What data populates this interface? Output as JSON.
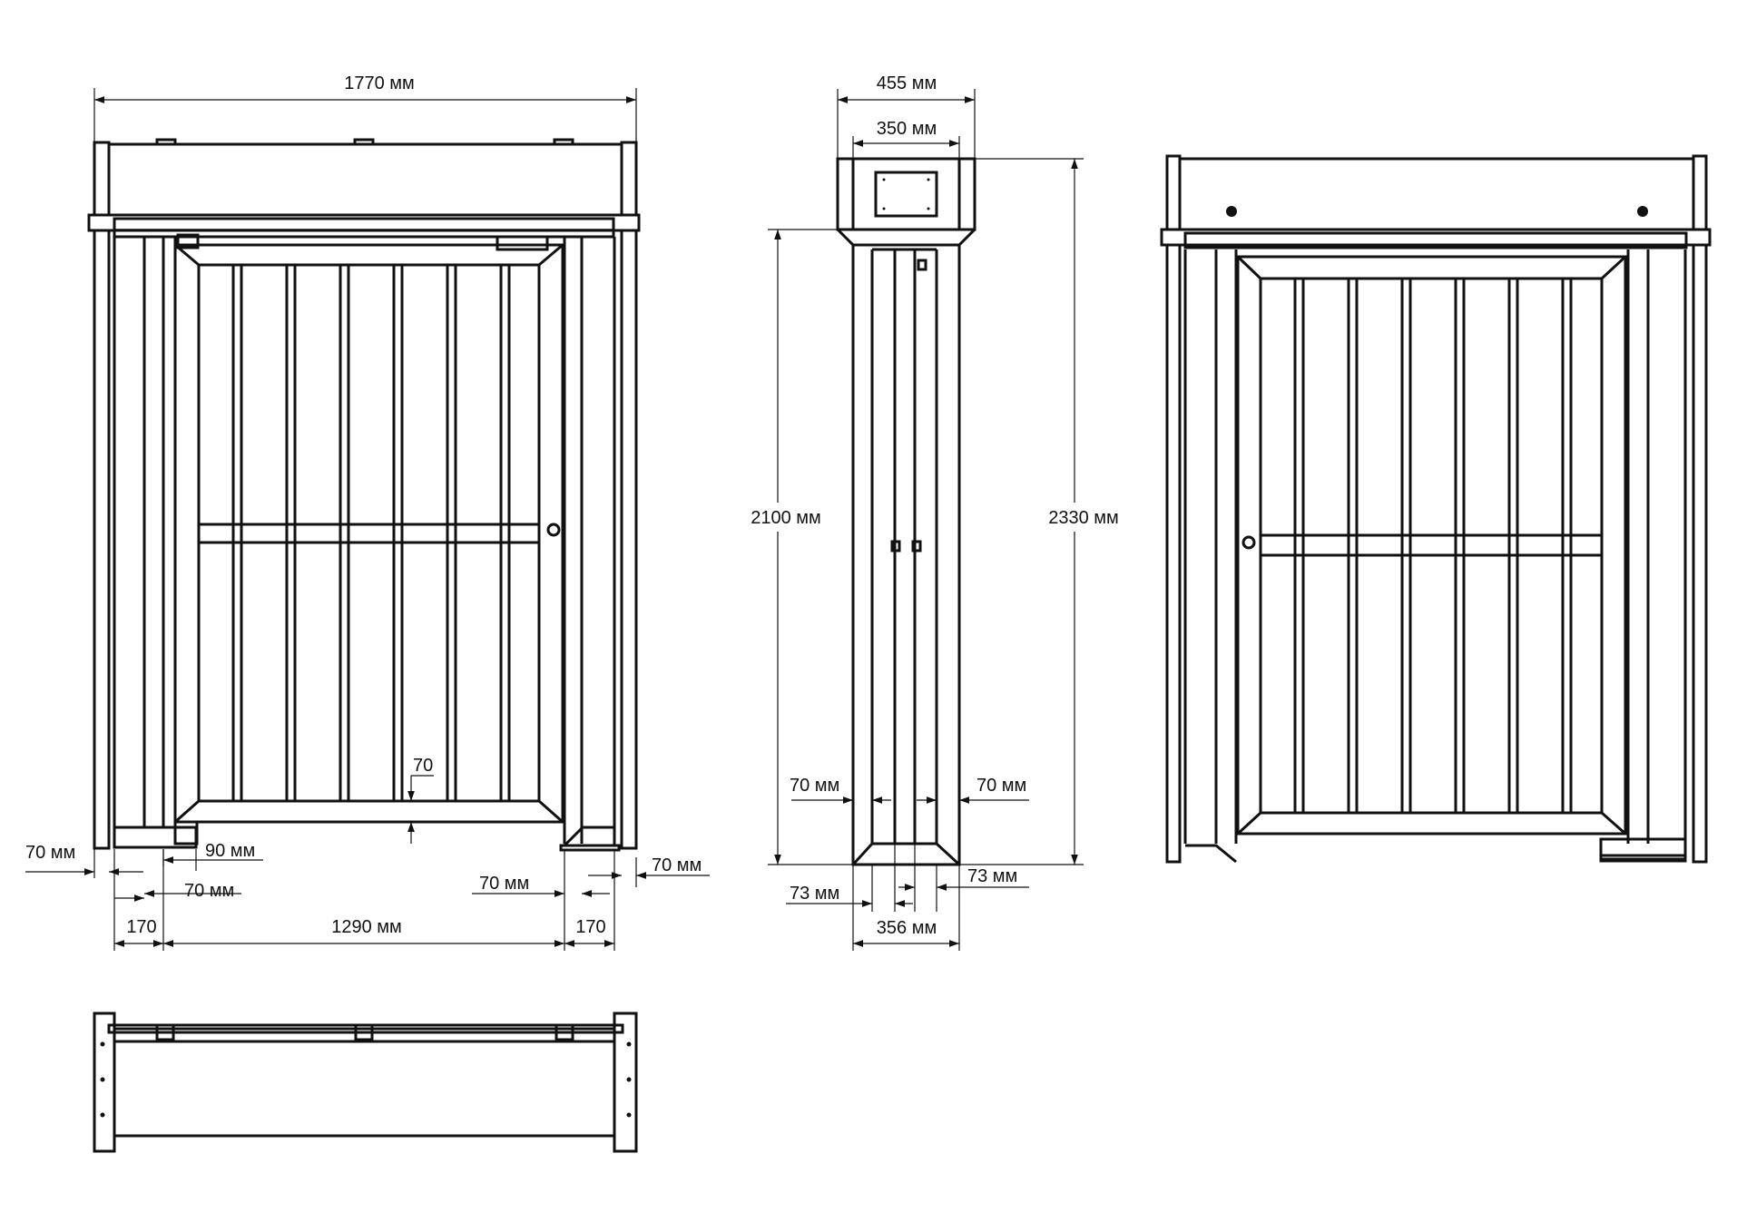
{
  "units": "мм",
  "colors": {
    "line": "#111111",
    "background": "#ffffff"
  },
  "front_view": {
    "overall_width": "1770 мм",
    "left_post_width": "70 мм",
    "left_inner_offset": "90 мм",
    "left_gap": "70 мм",
    "right_gap": "70 мм",
    "right_post_width": "70 мм",
    "left_section": "170",
    "door_opening": "1290 мм",
    "right_section": "170",
    "bottom_rail": "70"
  },
  "side_view": {
    "top_width": "455 мм",
    "box_width": "350 мм",
    "door_height": "2100 мм",
    "total_height": "2330 мм",
    "left_post": "70 мм",
    "right_post": "70 мм",
    "left_offset": "73 мм",
    "right_offset": "73 мм",
    "base_width": "356 мм"
  }
}
